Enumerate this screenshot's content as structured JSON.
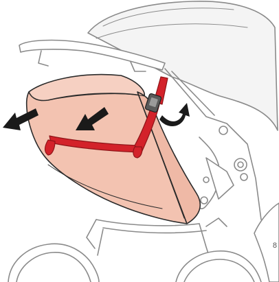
{
  "figure": {
    "number_label": "8"
  },
  "colors": {
    "outline": "#8a8a8a",
    "line_dark": "#2a2a2a",
    "canopy_fill": "#f4f4f4",
    "bag_front": "#f3c3b1",
    "bag_side": "#efb9a6",
    "bag_top": "#f6d0c2",
    "strap": "#d3222a",
    "strap_dark": "#8e1418",
    "buckle": "#5a5a5a",
    "arrow": "#1a1a1a",
    "paper": "#ffffff"
  },
  "parts": {
    "bag": "bassinet-cover-pink",
    "strap": "red-securing-strap",
    "buckle": "strap-buckle",
    "arrows": [
      "pull-out-arrow-left",
      "push-arrow",
      "rotate-arrow-curved"
    ]
  }
}
